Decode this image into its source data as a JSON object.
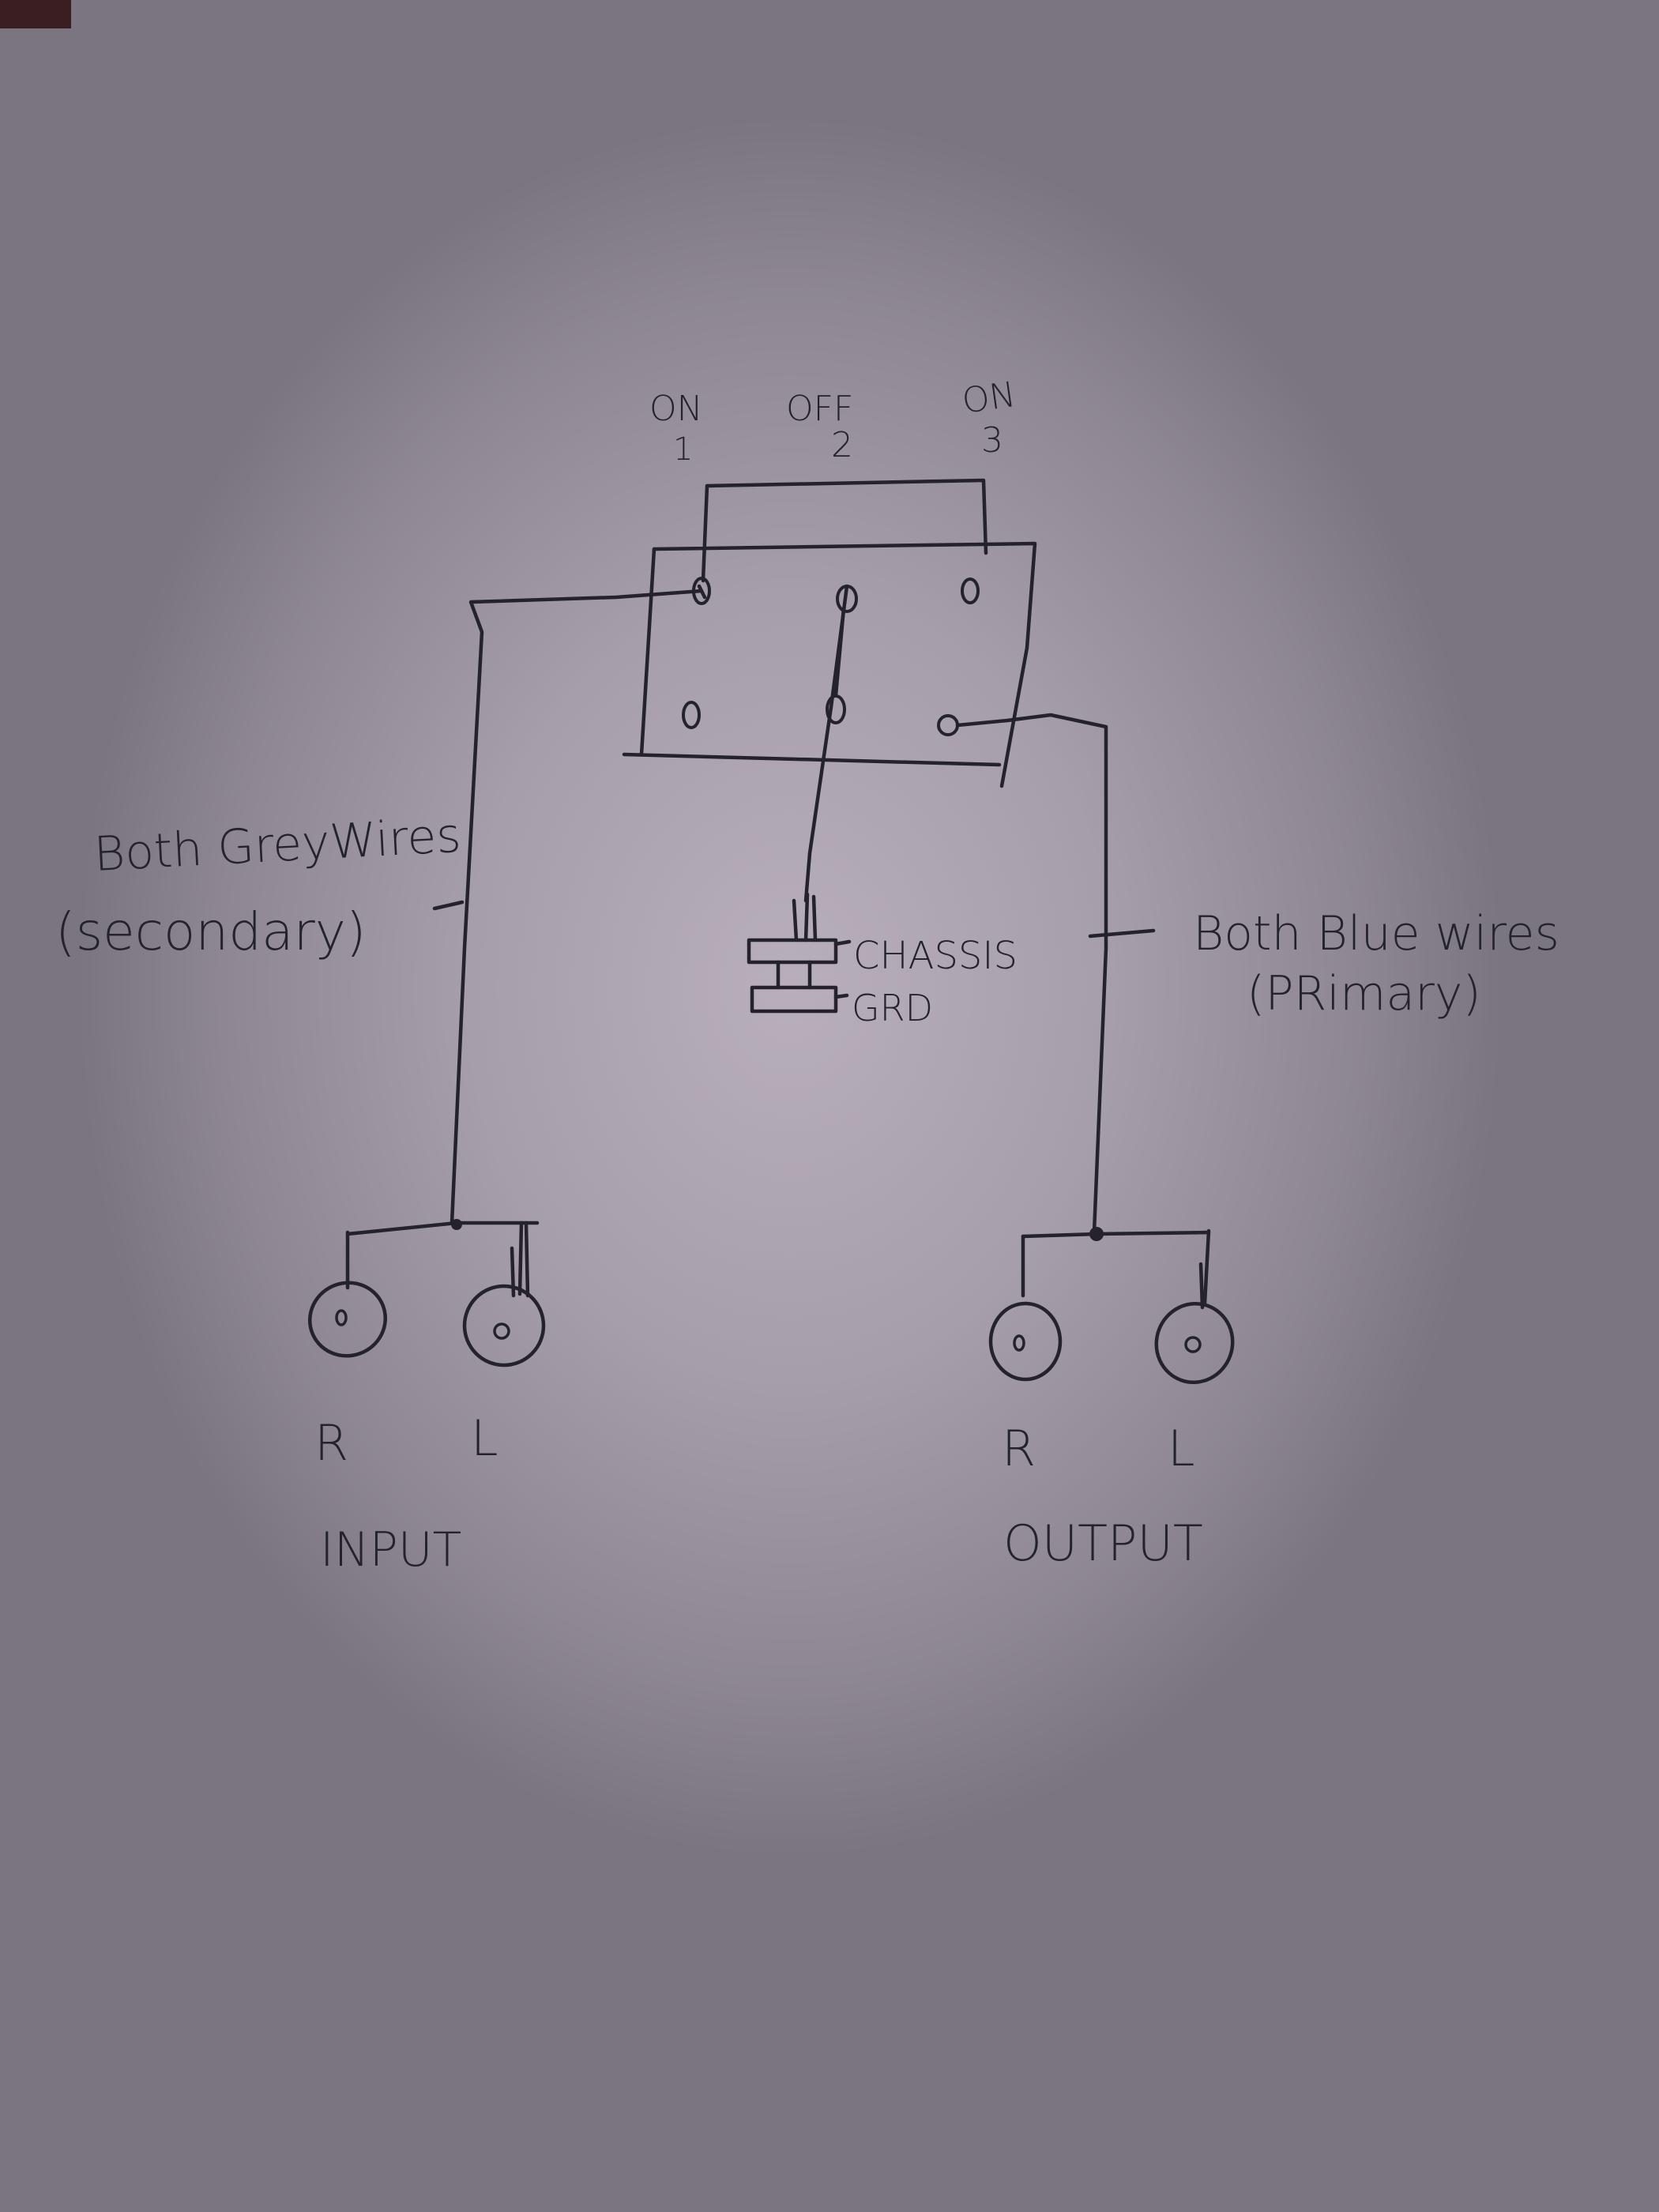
{
  "switch": {
    "positions": [
      {
        "state": "ON",
        "number": "1"
      },
      {
        "state": "OFF",
        "number": "2"
      },
      {
        "state": "ON",
        "number": "3"
      }
    ]
  },
  "ground": {
    "line1": "CHASSIS",
    "line2": "GRD"
  },
  "annotations": {
    "left": {
      "line1": "Both GreyWires",
      "line2": "(secondary)"
    },
    "right": {
      "line1": "Both Blue wires",
      "line2": "(PRimary)"
    }
  },
  "input": {
    "label": "INPUT",
    "jacks": [
      "R",
      "L"
    ]
  },
  "output": {
    "label": "OUTPUT",
    "jacks": [
      "R",
      "L"
    ]
  },
  "colors": {
    "ink": "#24222b",
    "paper": "#b8afba"
  }
}
